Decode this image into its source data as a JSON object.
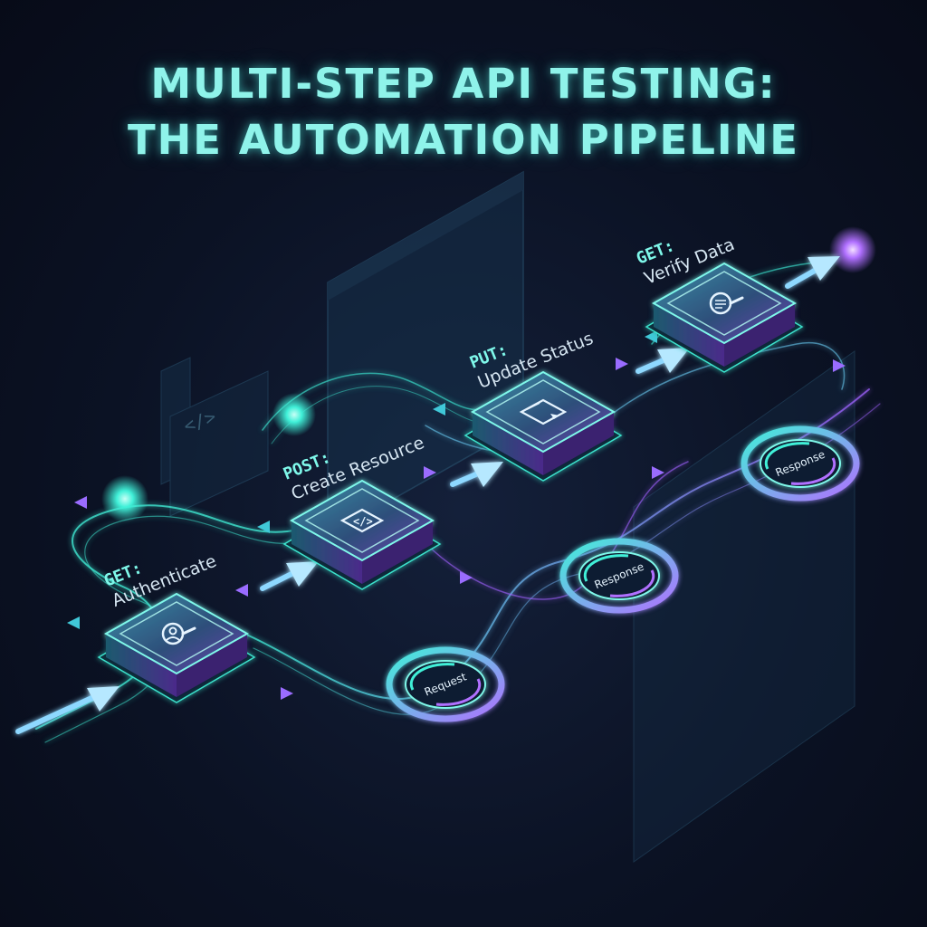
{
  "title": {
    "line1": "MULTI-STEP API TESTING:",
    "line2": "THE AUTOMATION PIPELINE"
  },
  "steps": [
    {
      "method": "GET:",
      "name": "Authenticate",
      "icon": "user-search-icon"
    },
    {
      "method": "POST:",
      "name": "Create Resource",
      "icon": "code-window-icon"
    },
    {
      "method": "PUT:",
      "name": "Update Status",
      "icon": "browser-cursor-icon"
    },
    {
      "method": "GET:",
      "name": "Verify Data",
      "icon": "document-search-icon"
    }
  ],
  "cycles": [
    {
      "label": "Request"
    },
    {
      "label": "Response"
    },
    {
      "label": "Response"
    }
  ],
  "code_tag": "</>",
  "colors": {
    "title": "#8ff3ea",
    "teal": "#40f0d8",
    "purple": "#a060ff",
    "node_top": "#3a5a80",
    "background": "#0b1224"
  }
}
